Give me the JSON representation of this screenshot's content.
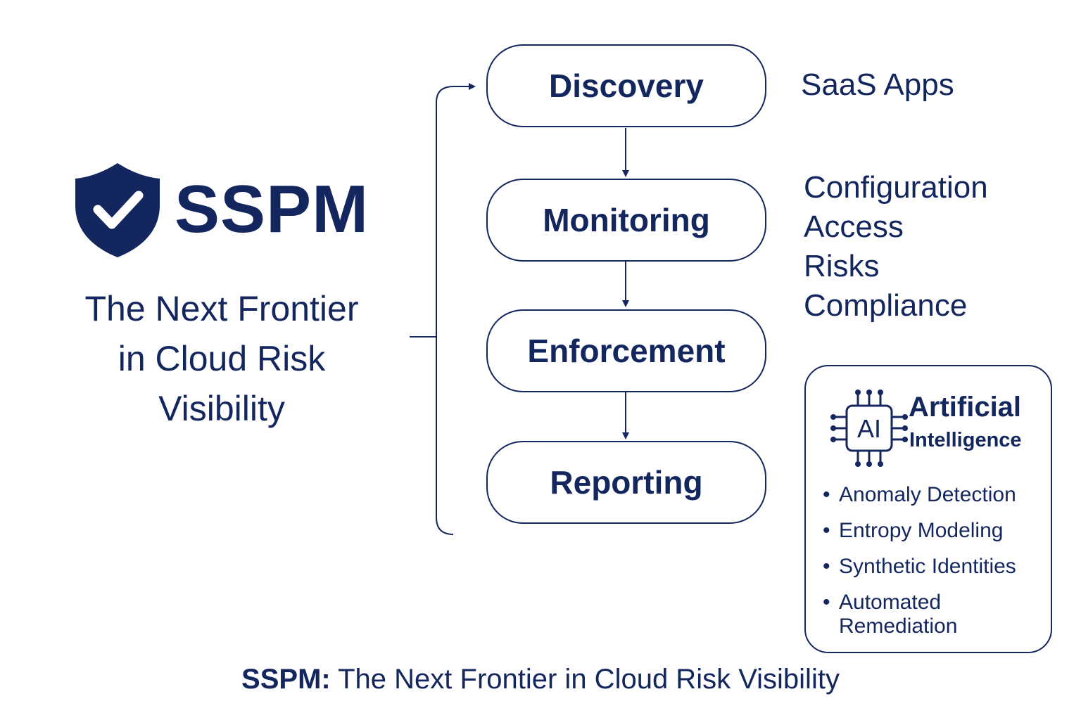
{
  "brand": {
    "name": "SSPM",
    "tagline_lines": [
      "The Next Frontier",
      "in Cloud Risk",
      "Visibility"
    ],
    "color": "#13265e"
  },
  "process": {
    "steps": [
      {
        "label": "Discovery"
      },
      {
        "label": "Monitoring"
      },
      {
        "label": "Enforcement"
      },
      {
        "label": "Reporting"
      }
    ]
  },
  "side_labels": {
    "saas": "SaaS Apps",
    "aspects": [
      "Configuration",
      "Access",
      "Risks",
      "Compliance"
    ]
  },
  "ai_card": {
    "chip_text": "AI",
    "title_line_1": "Artificial",
    "title_line_2": "Intelligence",
    "bullet_glyph": "•",
    "items": [
      {
        "lines": [
          "Anomaly Detection"
        ]
      },
      {
        "lines": [
          "Entropy Modeling"
        ]
      },
      {
        "lines": [
          "Synthetic Identities"
        ]
      },
      {
        "lines": [
          "Automated",
          "Remediation"
        ]
      }
    ]
  },
  "caption": {
    "bold": "SSPM:",
    "rest": " The Next Frontier in Cloud Risk Visibility"
  },
  "icons": {
    "shield": "shield-check-icon",
    "chip": "ai-chip-icon"
  }
}
